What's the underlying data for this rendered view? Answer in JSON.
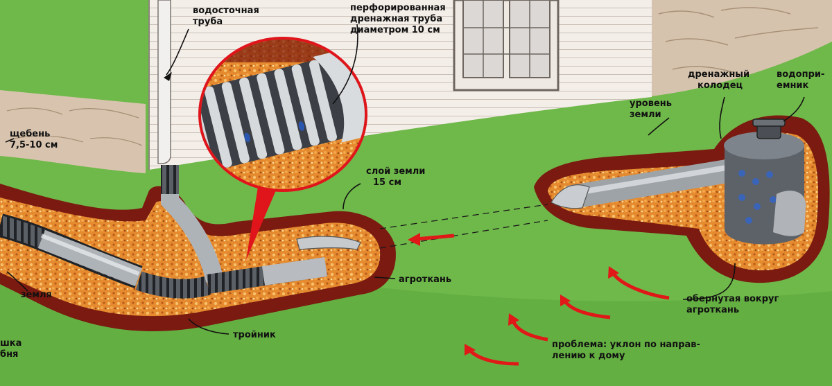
{
  "labels": {
    "downspout": [
      "водосточная",
      "труба"
    ],
    "perforated_pipe": [
      "перфорированная",
      "дренажная труба",
      "диаметром 10 см"
    ],
    "gravel": [
      "щебень",
      "7,5-10 см"
    ],
    "earth_layer": [
      "слой земли",
      "15 см"
    ],
    "drain_well": [
      "дренажный",
      "колодец"
    ],
    "catch_basin": [
      "водопри-",
      "емник"
    ],
    "ground_level": [
      "уровень",
      "земли"
    ],
    "soil": "земля",
    "geotextile": "агроткань",
    "wrapped": [
      "обернутая вокруг",
      "агроткань"
    ],
    "tee": "тройник",
    "problem": [
      "проблема: уклон по направ-",
      "лению к дому"
    ],
    "cut_left": [
      "шка",
      "бня"
    ]
  },
  "colors": {
    "grass": "#6fb84a",
    "grass_dark": "#3f8a2e",
    "soil_red": "#7a1a10",
    "gravel_orange": "#e0802a",
    "house_wall": "#f1ebe6",
    "stone_wall": "#d8c4ae",
    "pipe_grey": "#b8bcc0",
    "corrugated_dark": "#2d3033",
    "arrow_red": "#e01818",
    "callout_red": "#e0151b"
  },
  "icons": [
    "red-arrow-icon",
    "magnifier-callout-icon"
  ]
}
